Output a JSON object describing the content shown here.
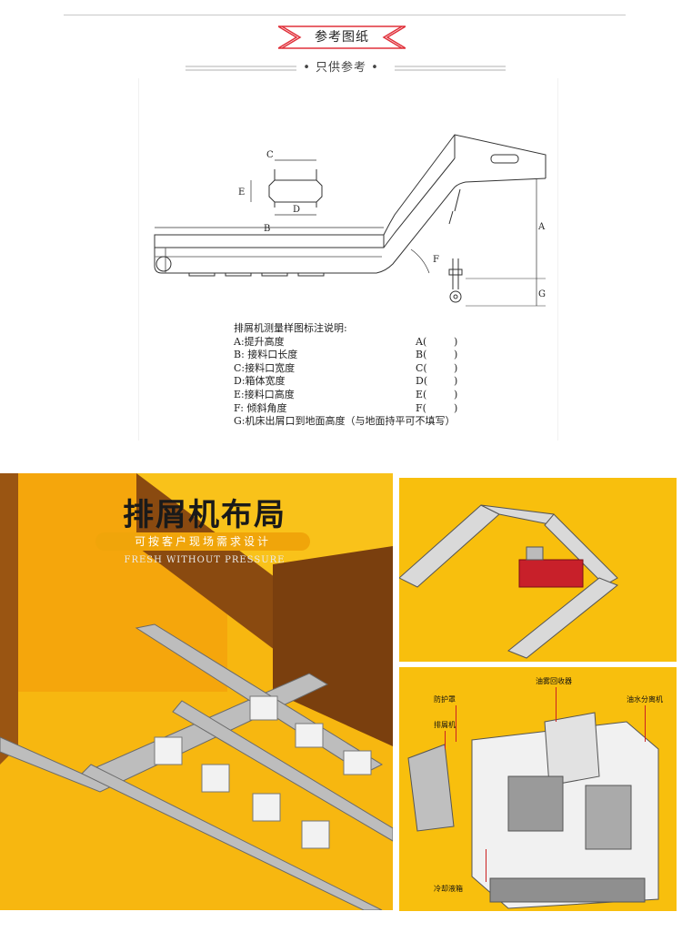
{
  "header": {
    "ribbon_title": "参考图纸",
    "subtitle": "• 只供参考 •"
  },
  "drawing": {
    "dim_labels": {
      "A": "A",
      "B": "B",
      "C": "C",
      "D": "D",
      "E": "E",
      "F": "F",
      "G": "G"
    },
    "legend_title": "排屑机测量样图标注说明:",
    "legend_rows": [
      {
        "label": "A:提升高度",
        "code": "A(",
        "close": ")"
      },
      {
        "label": "B: 接料口长度",
        "code": "B(",
        "close": ")"
      },
      {
        "label": "C:接料口宽度",
        "code": "C(",
        "close": ")"
      },
      {
        "label": "D:箱体宽度",
        "code": "D(",
        "close": ")"
      },
      {
        "label": "E:接料口高度",
        "code": "E(",
        "close": ")"
      },
      {
        "label": "F: 倾斜角度",
        "code": "F(",
        "close": ")"
      }
    ],
    "legend_last": "G:机床出屑口到地面高度（与地面持平可不填写）"
  },
  "layout_section": {
    "title": "排屑机布局",
    "pill": "可按客户现场需求设计",
    "ghost": "FRESH WITHOUT PRESSURE"
  },
  "machine_labels": {
    "oil_mist": "油雾回收器",
    "guard": "防护罩",
    "oil_water": "油水分离机",
    "conveyor": "排屑机",
    "coolant": "冷却液箱"
  },
  "colors": {
    "accent": "#f7b710",
    "ribbon_red": "#e0303a",
    "frame_red": "#c8202a"
  }
}
